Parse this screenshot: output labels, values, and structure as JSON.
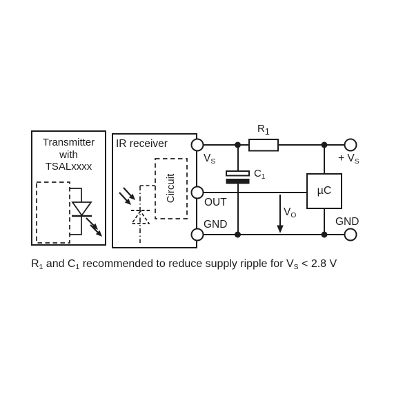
{
  "transmitter": {
    "line1": "Transmitter",
    "line2": "with",
    "line3": "TSALxxxx"
  },
  "ir_receiver": {
    "title": "IR receiver",
    "circuit": "Circuit"
  },
  "pins": {
    "vs_base": "V",
    "vs_sub": "S",
    "out": "OUT",
    "gnd": "GND"
  },
  "components": {
    "r1_base": "R",
    "r1_sub": "1",
    "c1_base": "C",
    "c1_sub": "1",
    "uc": "µC",
    "vo_base": "V",
    "vo_sub": "O"
  },
  "terminals": {
    "plus_vs_base": "+ V",
    "plus_vs_sub": "S",
    "gnd": "GND"
  },
  "caption": {
    "segs": [
      "R",
      "1",
      " and C",
      "1",
      " recommended to reduce supply ripple for V",
      "S",
      " < 2.8 V"
    ]
  },
  "colors": {
    "ink": "#1c1c1c",
    "background": "#ffffff"
  }
}
